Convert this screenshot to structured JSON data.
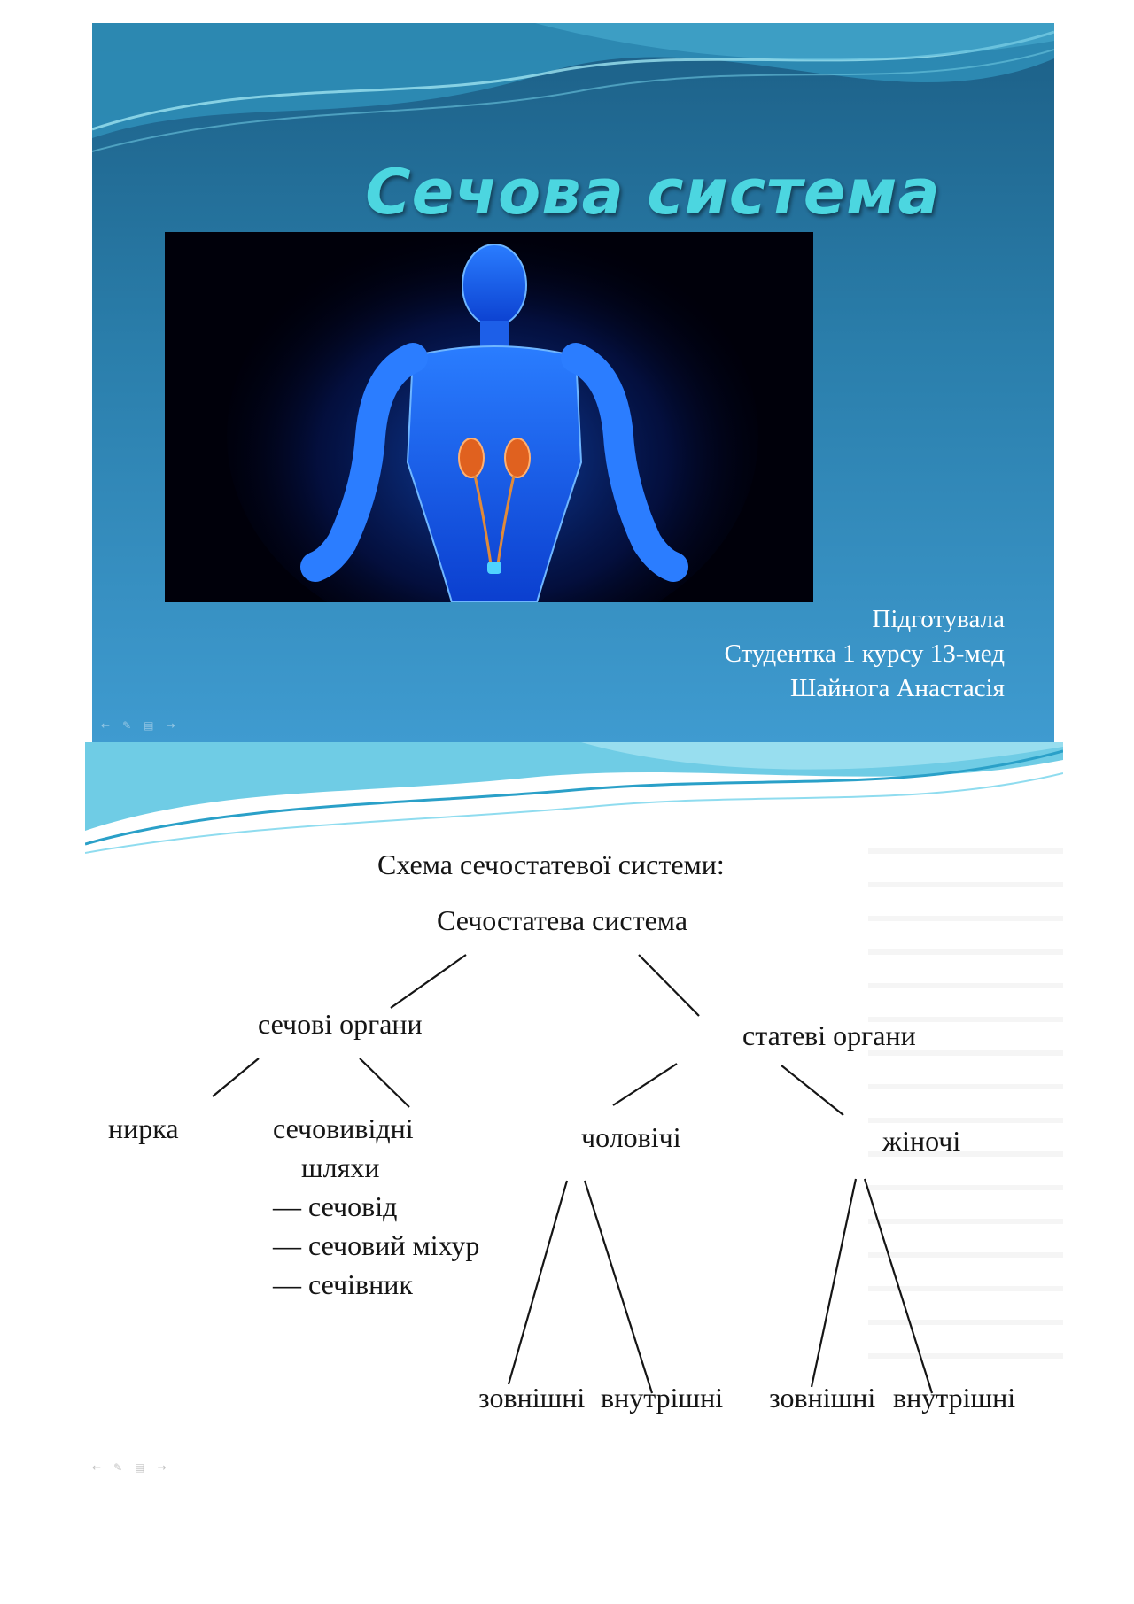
{
  "slide1": {
    "title": "Сечова система",
    "image_alt": "human-body-kidneys",
    "credits": {
      "line1": "Підготувала",
      "line2": "Студентка 1 курсу 13-мед",
      "line3": "Шайнога Анастасія"
    },
    "colors": {
      "background": "#2a7eab",
      "title": "#4cd6e0",
      "kidney": "#e0611f"
    }
  },
  "slide2": {
    "heading": "Схема сечостатевої системи:",
    "root": "Сечостатева система",
    "urinary": {
      "label": "сечові органи",
      "kidney": "нирка",
      "tracts": "сечовивідні",
      "tracts_line2": "шляхи",
      "items": [
        "— сечовід",
        "— сечовий міхур",
        "— сечівник"
      ]
    },
    "genital": {
      "label": "статеві органи",
      "male": "чоловічі",
      "female": "жіночі",
      "leaves": [
        "зовнішні",
        "внутрішні",
        "зовнішні",
        "внутрішні"
      ]
    }
  }
}
